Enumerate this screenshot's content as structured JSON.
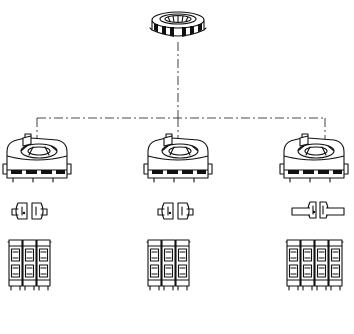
{
  "diagram": {
    "top_part": {
      "icon": "lock-ring-nut-icon"
    },
    "branches": [
      {
        "holder_icon": "carrier-bracket-icon",
        "clip_icon": "split-clip-icon",
        "stack_icon": "terminal-block-stack-icon",
        "stack_count": 3,
        "clip_style": "short"
      },
      {
        "holder_icon": "carrier-bracket-icon",
        "clip_icon": "split-clip-icon",
        "stack_icon": "terminal-block-stack-icon",
        "stack_count": 3,
        "clip_style": "short"
      },
      {
        "holder_icon": "carrier-bracket-icon",
        "clip_icon": "split-clip-long-icon",
        "stack_icon": "terminal-block-stack-icon",
        "stack_count": 4,
        "clip_style": "long"
      }
    ],
    "colors": {
      "line": "#111111",
      "background": "#ffffff"
    }
  }
}
